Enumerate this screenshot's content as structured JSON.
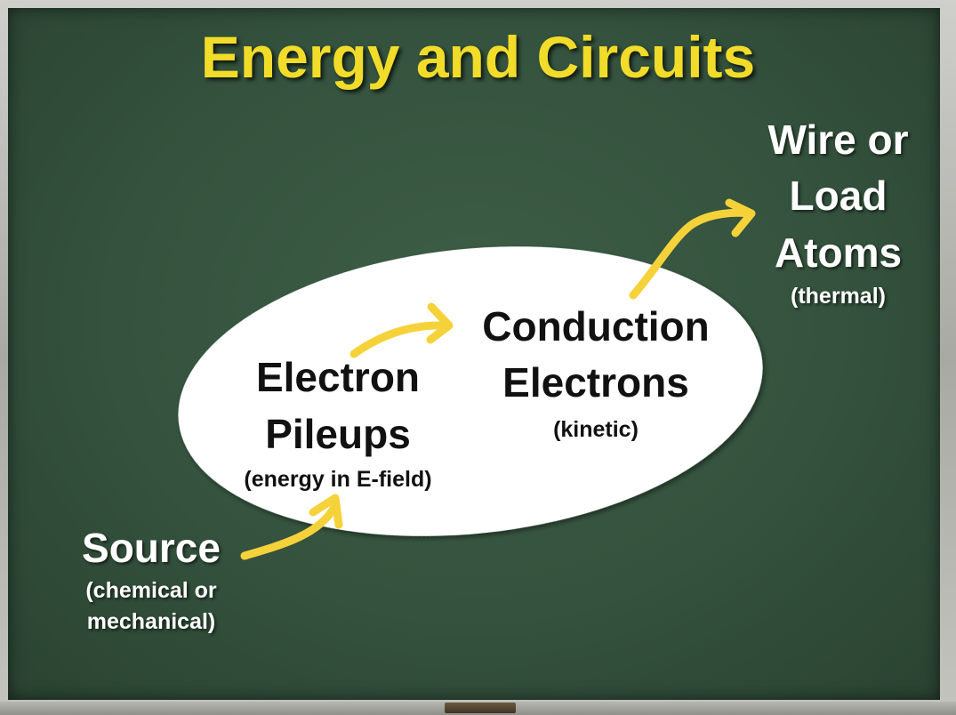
{
  "title": "Energy and Circuits",
  "nodes": {
    "source": {
      "label": "Source",
      "sub_line1": "(chemical or",
      "sub_line2": "mechanical)"
    },
    "pileups": {
      "line1": "Electron",
      "line2": "Pileups",
      "sub": "(energy in E-field)"
    },
    "conduction": {
      "line1": "Conduction",
      "line2": "Electrons",
      "sub": "(kinetic)"
    },
    "load": {
      "line1": "Wire or",
      "line2": "Load",
      "line3": "Atoms",
      "sub": "(thermal)"
    }
  },
  "colors": {
    "title": "#f2dc2a",
    "arrow": "#f6d23a",
    "board": "#34523d",
    "ellipse": "#ffffff",
    "label_light": "#ffffff",
    "label_dark": "#111111"
  },
  "edges": [
    {
      "from": "source",
      "to": "pileups"
    },
    {
      "from": "pileups",
      "to": "conduction"
    },
    {
      "from": "conduction",
      "to": "load"
    }
  ]
}
